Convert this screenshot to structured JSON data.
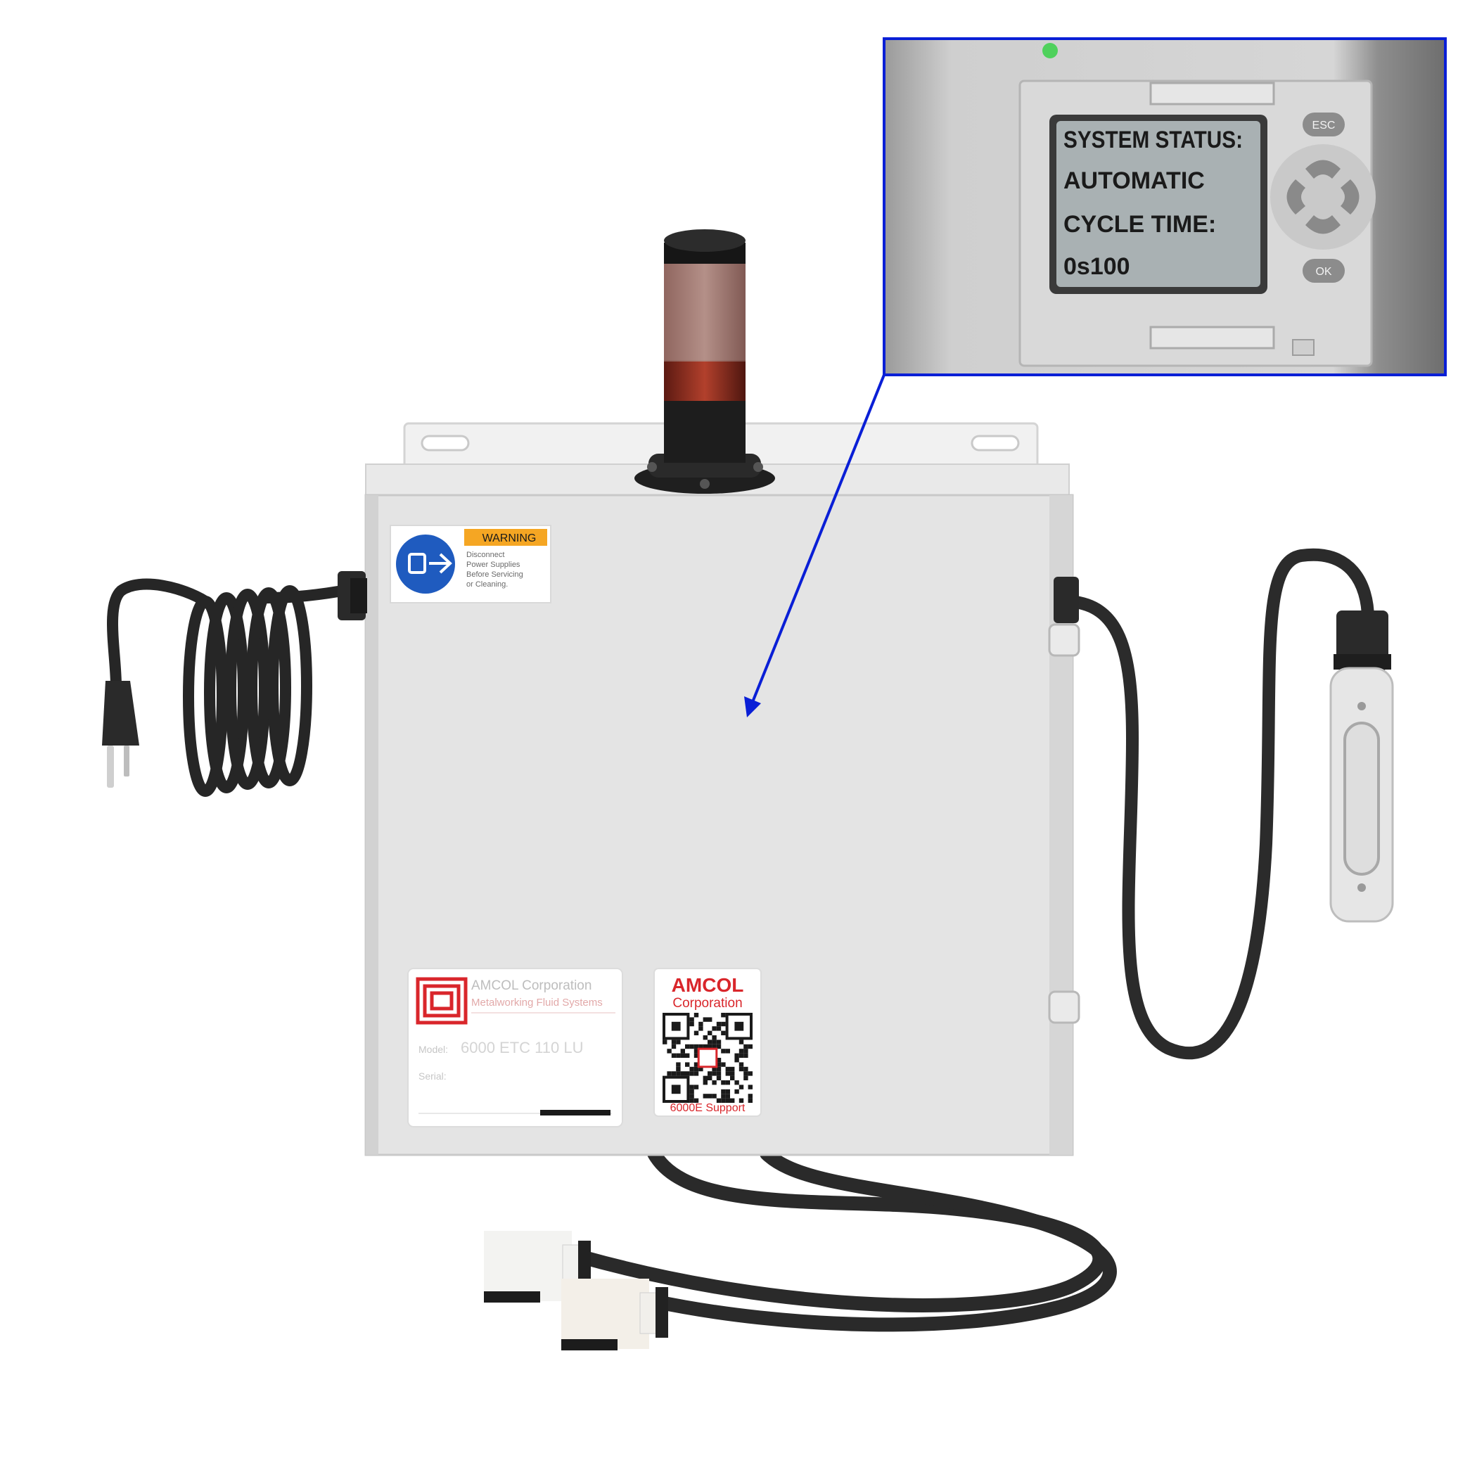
{
  "warning_label": {
    "header": "WARNING",
    "lines": [
      "Disconnect",
      "Power Supplies",
      "Before Servicing",
      "or Cleaning."
    ]
  },
  "nameplate": {
    "company": "AMCOL Corporation",
    "tagline": "Metalworking Fluid Systems",
    "model_label": "Model:",
    "model_value": "6000 ETC 110 LU",
    "serial_label": "Serial:"
  },
  "qr_label": {
    "brand_line1": "AMCOL",
    "brand_line2": "Corporation",
    "caption": "6000E Support"
  },
  "inset": {
    "lcd_lines": [
      "SYSTEM STATUS:",
      "AUTOMATIC",
      "CYCLE TIME:",
      "0s100"
    ],
    "buttons": {
      "esc": "ESC",
      "ok": "OK"
    }
  },
  "colors": {
    "callout_blue": "#0a1fd6",
    "brand_red": "#d9262b",
    "warning_orange": "#f5a623",
    "mandatory_blue": "#1f5bbf",
    "status_led": "#4fd15c"
  }
}
